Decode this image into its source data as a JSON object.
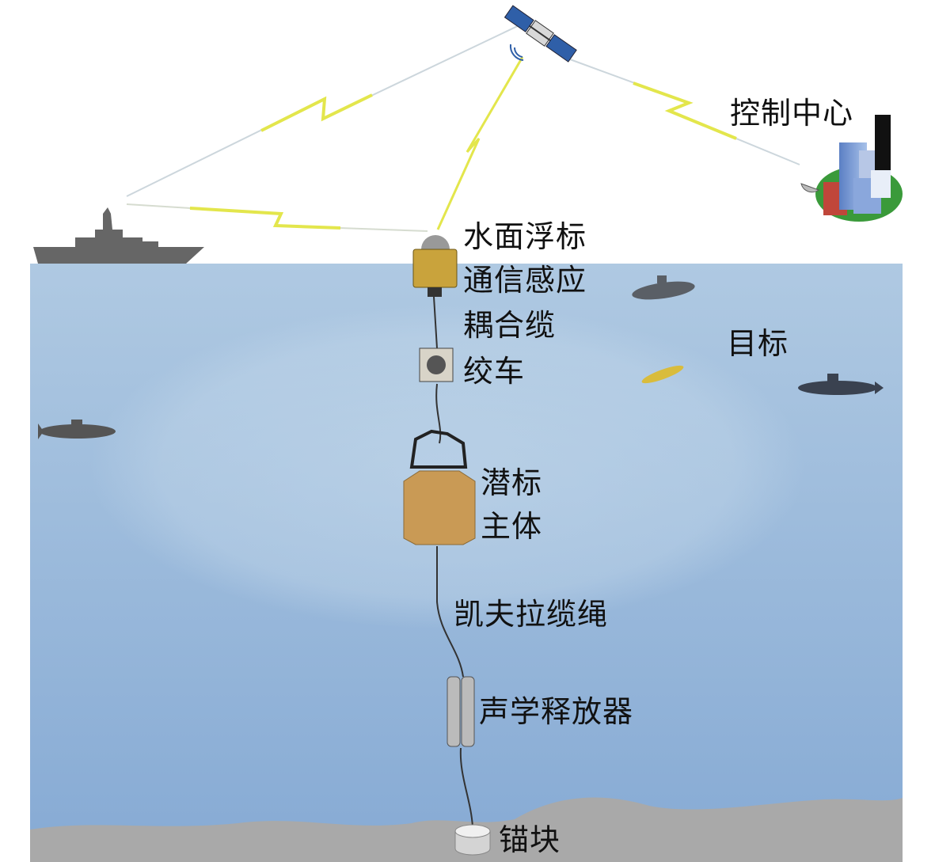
{
  "labels": {
    "control_center": "控制中心",
    "surface_buoy": "水面浮标",
    "comm_induction": "通信感应",
    "coupling_cable": "耦合缆",
    "winch": "绞车",
    "target": "目标",
    "subsurface_buoy_1": "潜标",
    "subsurface_buoy_2": "主体",
    "kevlar_rope": "凯夫拉缆绳",
    "acoustic_release": "声学释放器",
    "anchor": "锚块"
  },
  "colors": {
    "water_top": "#afc9e2",
    "water_bottom": "#8aaed6",
    "seabed": "#a9a9a9",
    "buoy_body": "#c99a55",
    "link": "#e6e84a"
  }
}
